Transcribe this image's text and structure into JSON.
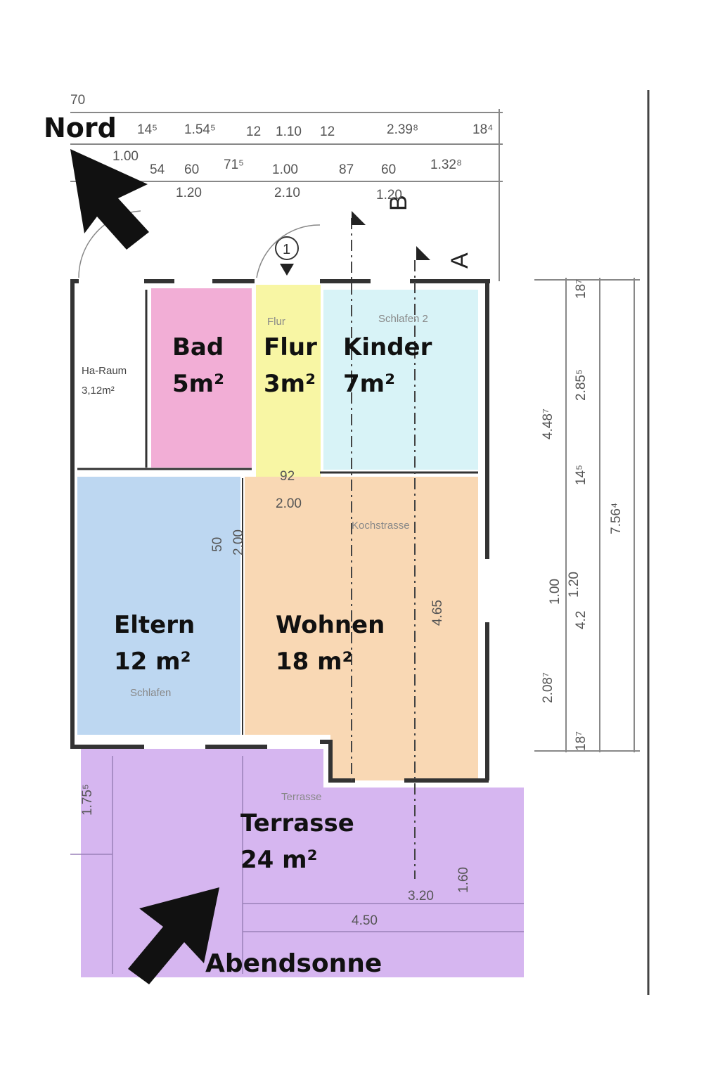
{
  "compass": {
    "north_label": "Nord",
    "sun_label": "Abendsonne"
  },
  "colors": {
    "bad": "#f2aed6",
    "flur": "#f8f6a4",
    "kinder": "#d8f3f7",
    "eltern": "#bdd7f1",
    "wohnen": "#f9d8b4",
    "terrasse": "#d6b6f0",
    "walls": "#333333"
  },
  "rooms": {
    "ha_raum": {
      "name": "Ha-Raum",
      "area": "3,12m²"
    },
    "bad": {
      "name": "Bad",
      "area": "5m²"
    },
    "flur": {
      "name": "Flur",
      "area": "3m²",
      "sub": "Flur"
    },
    "kinder": {
      "name": "Kinder",
      "area": "7m²",
      "sub": "Schlafen 2"
    },
    "eltern": {
      "name": "Eltern",
      "area": "12 m²",
      "sub": "Schlafen"
    },
    "wohnen": {
      "name": "Wohnen",
      "area": "18 m²",
      "sub": "Kochstrasse"
    },
    "terrasse": {
      "name": "Terrasse",
      "area": "24 m²",
      "sub": "Terrasse"
    }
  },
  "section_markers": {
    "b": "B",
    "a": "A",
    "room_number": "1"
  },
  "dimensions": {
    "top_total": "70",
    "top_row1": [
      "14⁵",
      "1.54⁵",
      "12",
      "1.10",
      "12",
      "2.39⁸",
      "18⁴"
    ],
    "top_row2": [
      "1.00",
      "54",
      "60",
      "71⁵",
      "1.00",
      "87",
      "60",
      "1.32⁸"
    ],
    "top_row3": [
      "1.20",
      "2.10",
      "1.20"
    ],
    "right": [
      "18⁷",
      "2.85⁵",
      "4.48⁷",
      "14⁵",
      "7.56⁴",
      "1.00",
      "1.20",
      "4.2",
      "2.08⁷",
      "18⁷"
    ],
    "interior": [
      "92",
      "2.00",
      "50",
      "2.00",
      "4.65",
      "1.75⁵",
      "4.50",
      "3.20",
      "1.60"
    ]
  }
}
